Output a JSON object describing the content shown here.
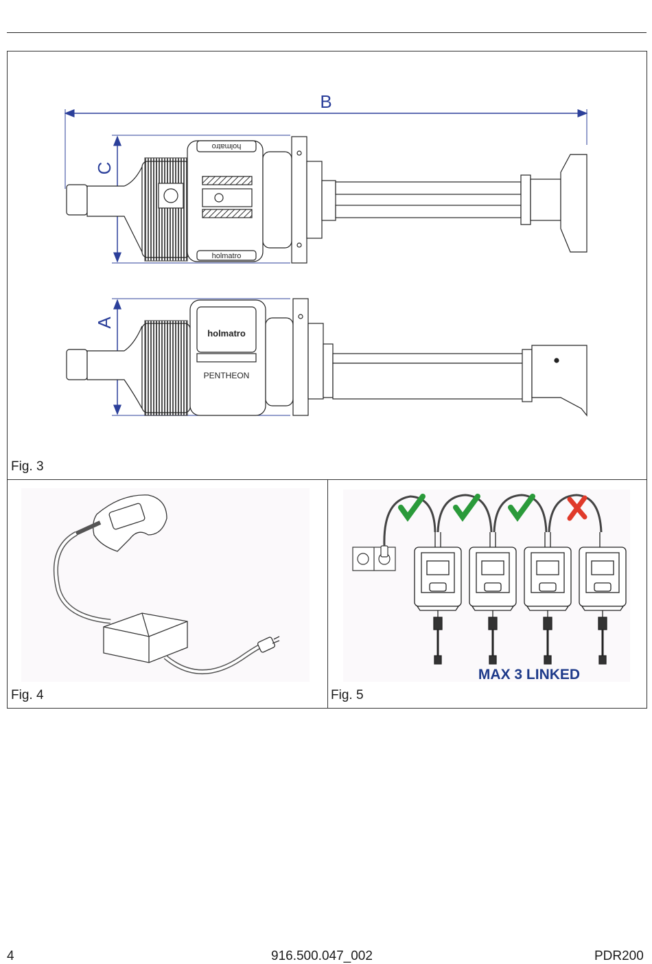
{
  "figures": {
    "fig3": {
      "caption": "Fig. 3",
      "dimension_labels": {
        "b": "B",
        "c": "C",
        "a": "A"
      },
      "brand_text_top": "holmatro",
      "brand_text_top_bottom": "holmatro",
      "brand_text_side": "holmatro",
      "model_text": "PENTHEON"
    },
    "fig4": {
      "caption": "Fig. 4"
    },
    "fig5": {
      "caption": "Fig. 5",
      "linked_label": "MAX 3 LINKED",
      "link_status": [
        "ok",
        "ok",
        "ok",
        "not-allowed"
      ],
      "colors": {
        "ok": "#2a9a3a",
        "not_allowed": "#e03a2a",
        "label": "#1e3a8a"
      }
    }
  },
  "footer": {
    "page_number": "4",
    "doc_number": "916.500.047_002",
    "model": "PDR200"
  },
  "colors": {
    "dimension_lines": "#2b3f9a"
  }
}
